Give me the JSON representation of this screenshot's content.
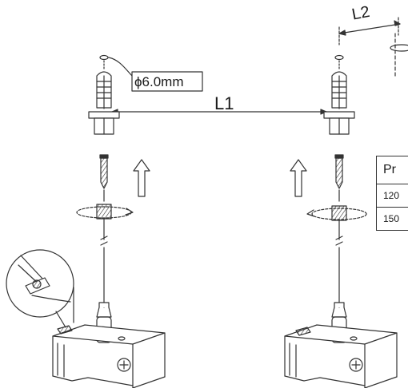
{
  "diagram": {
    "anchor_hole_label": "ϕ6.0mm",
    "spacing_label": "L1",
    "offset_label": "L2",
    "table": {
      "header": "Pr",
      "rows": [
        "120",
        "150"
      ]
    }
  },
  "colors": {
    "line": "#333333",
    "background": "#ffffff"
  }
}
